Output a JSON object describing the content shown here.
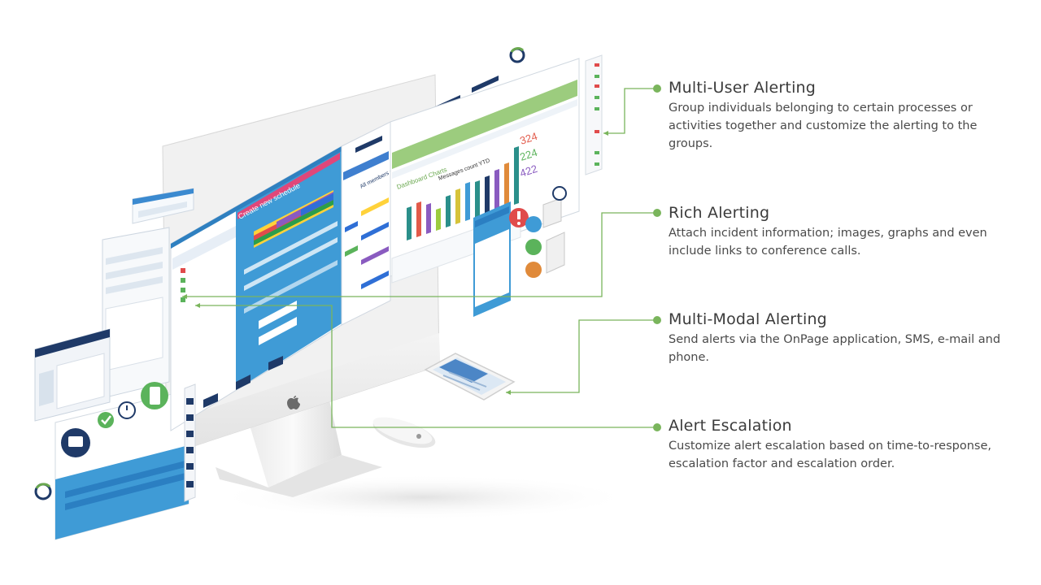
{
  "features": [
    {
      "title": "Multi-User Alerting",
      "description": "Group individuals belonging to certain processes or activities together and customize the alerting to the groups."
    },
    {
      "title": "Rich Alerting",
      "description": "Attach incident information; images, graphs and even include links to conference calls."
    },
    {
      "title": "Multi-Modal Alerting",
      "description": "Send alerts via the OnPage application, SMS, e-mail and phone."
    },
    {
      "title": "Alert Escalation",
      "description": "Customize alert escalation based on time-to-response, escalation factor and escalation order."
    }
  ],
  "screens": {
    "schedule_title": "Create new schedule",
    "stat_values": [
      "324",
      "224",
      "422"
    ],
    "dashboard_label": "Dashboard Charts",
    "chart_title": "Messages count YTD",
    "members_label": "All members scheduled"
  },
  "colors": {
    "connector_green": "#7ab55c",
    "panel_blue": "#3f9bd6",
    "dashboard_green": "#9ccc7e",
    "stat_red": "#e25a4a",
    "stat_green": "#5bb35b",
    "stat_purple": "#8a5bc0",
    "brand_navy": "#1f3a68"
  }
}
